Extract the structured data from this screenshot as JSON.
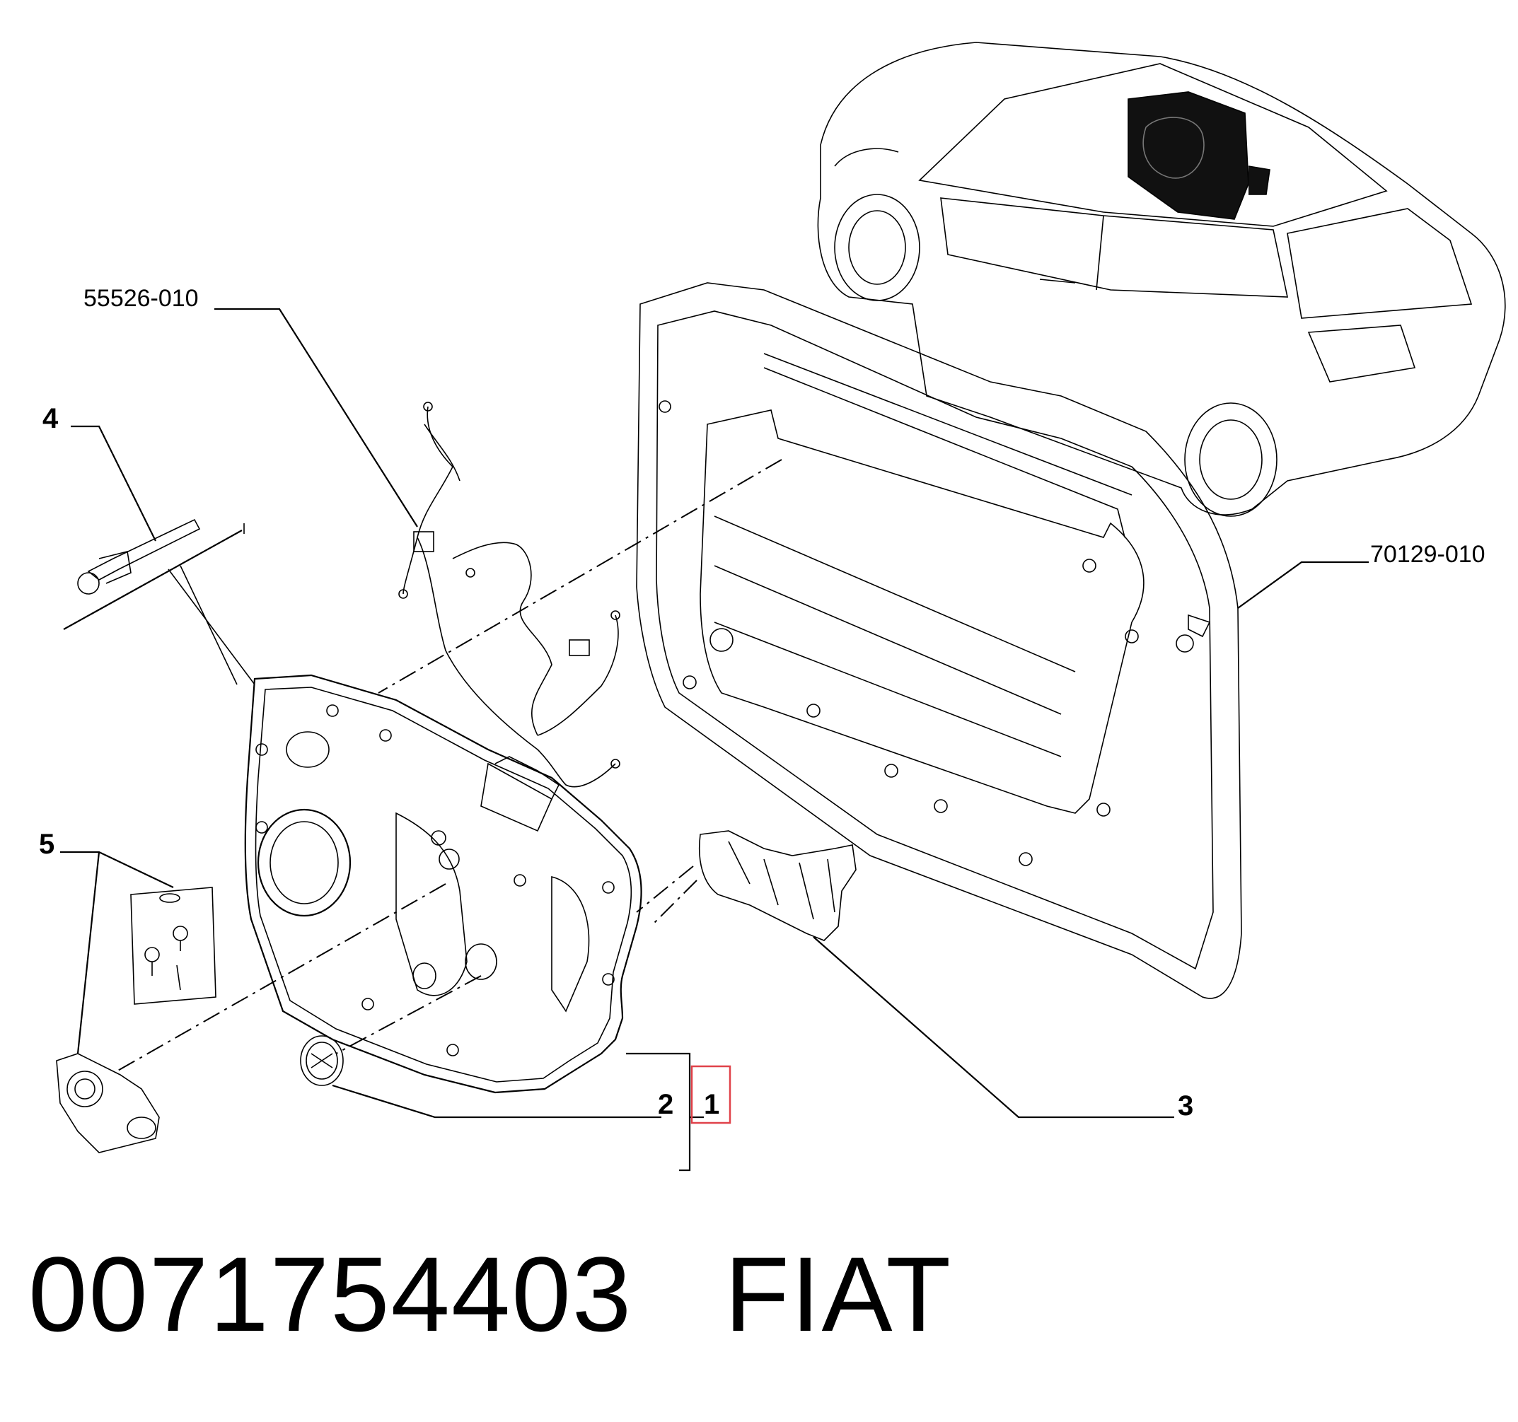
{
  "diagram": {
    "labels": {
      "harness_code": "55526-010",
      "door_code": "70129-010",
      "item_1": "1",
      "item_2": "2",
      "item_3": "3",
      "item_4": "4",
      "item_5": "5"
    },
    "highlight_color": "#e0424a"
  },
  "footer": {
    "part_number": "0071754403",
    "brand": "FIAT"
  }
}
